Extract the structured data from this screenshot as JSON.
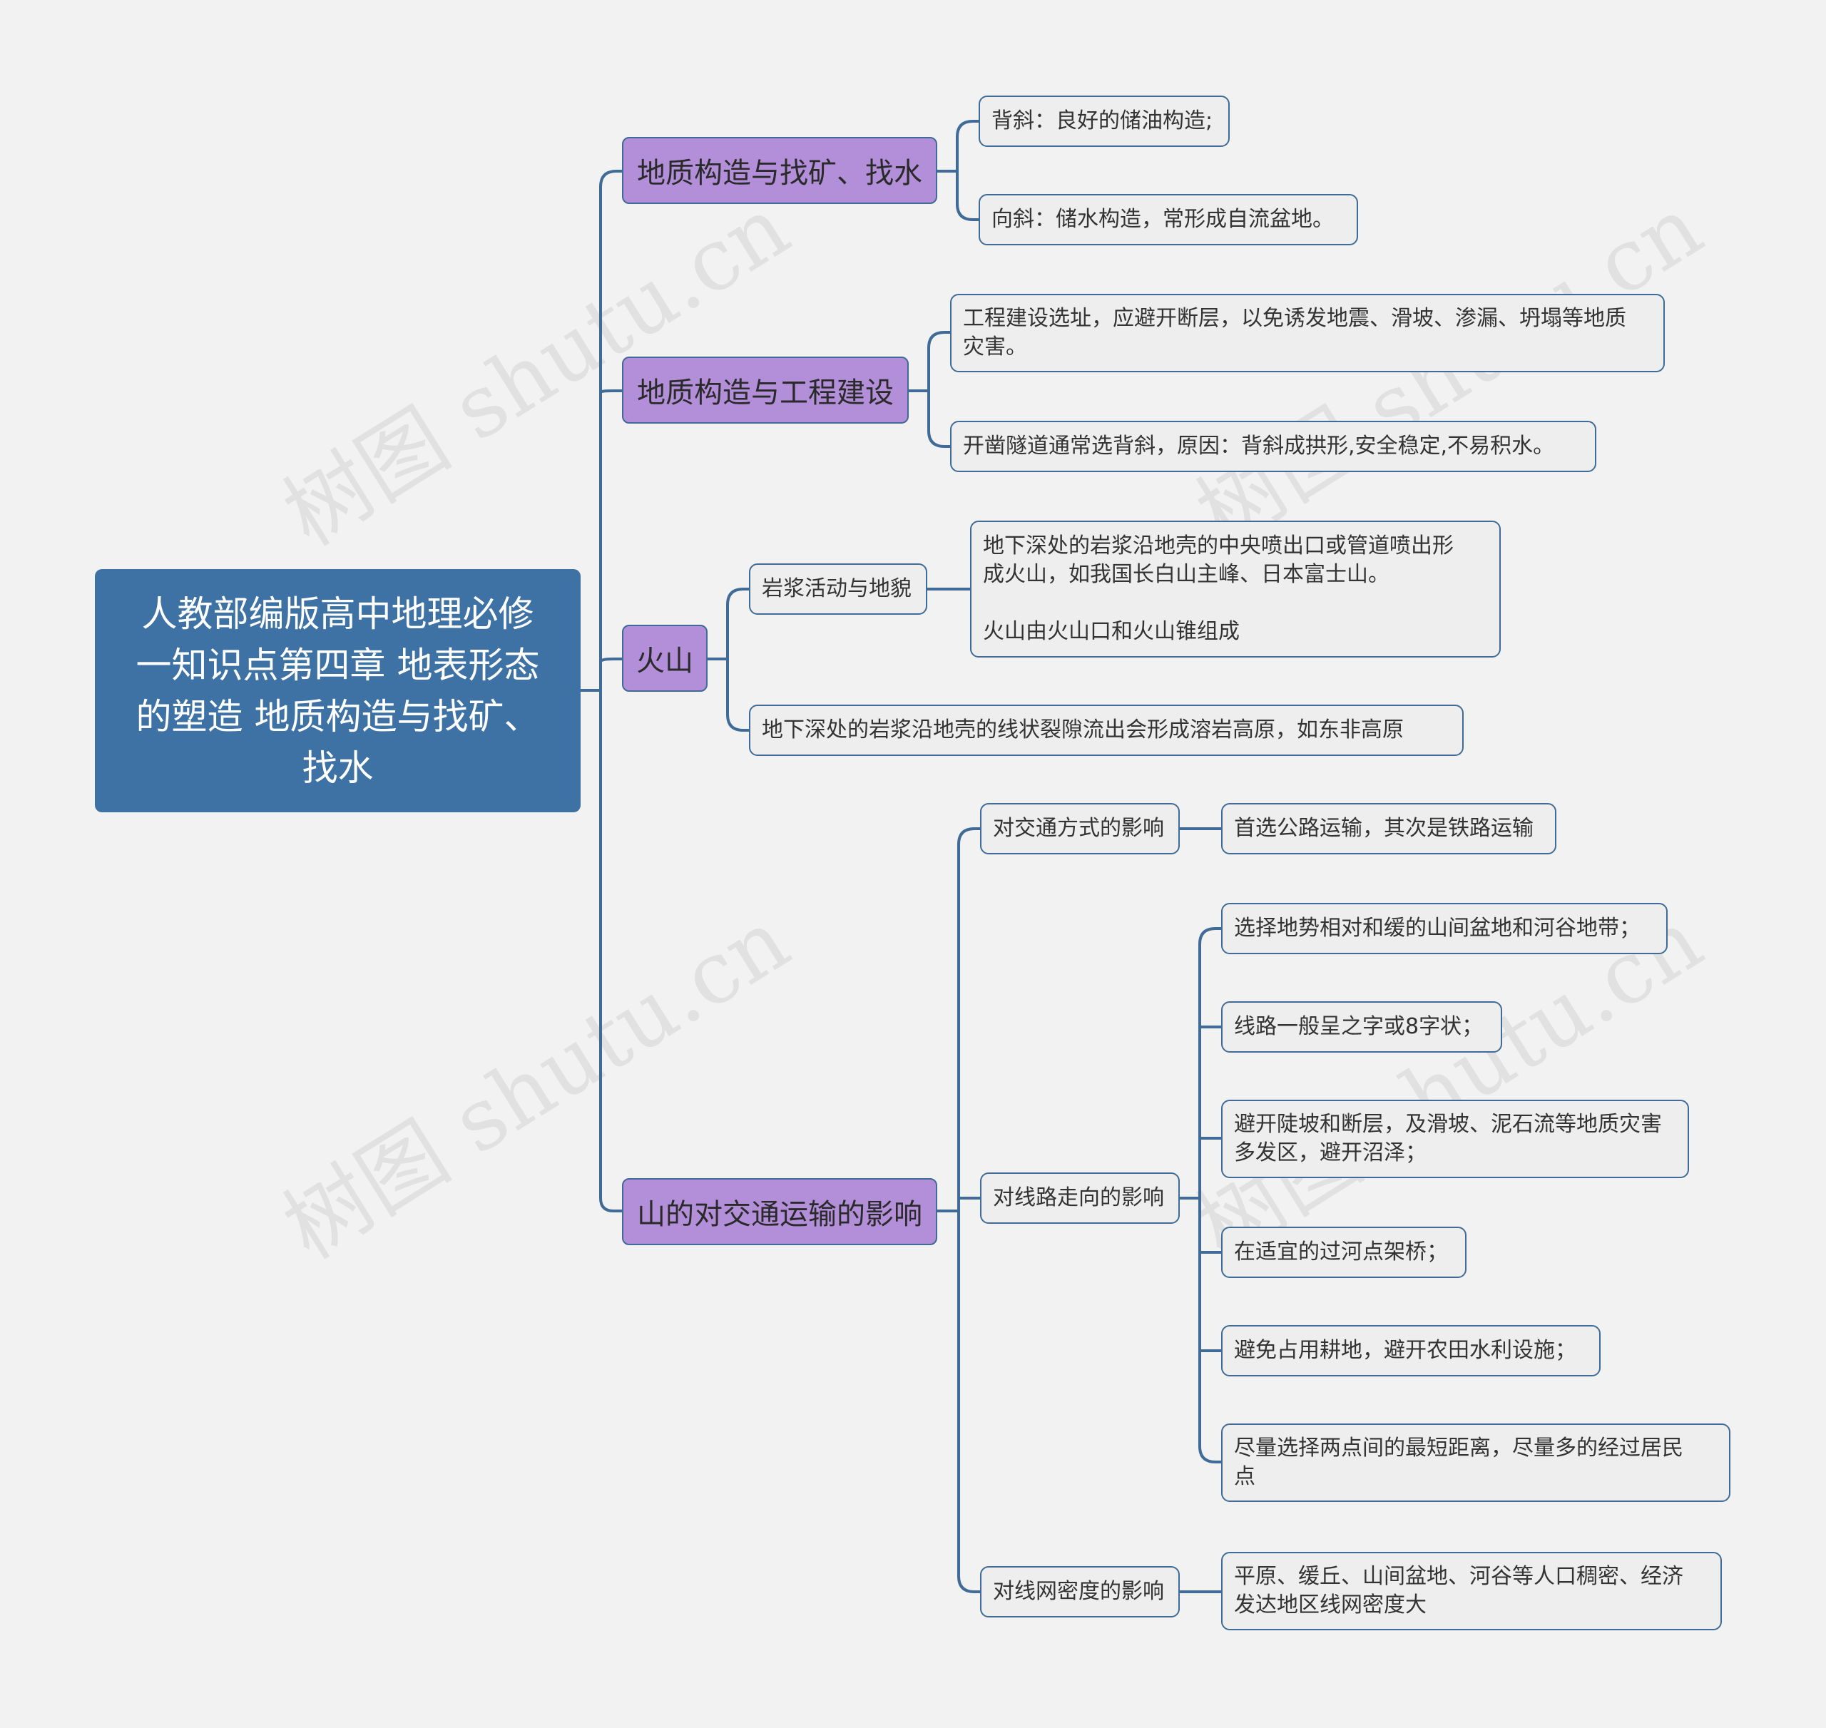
{
  "root": "人教部编版高中地理必修\n一知识点第四章 地表形态\n的塑造 地质构造与找矿、\n找水",
  "branches": {
    "b1": {
      "label": "地质构造与找矿、找水",
      "children": [
        "背斜：良好的储油构造;",
        "向斜：储水构造，常形成自流盆地。"
      ]
    },
    "b2": {
      "label": "地质构造与工程建设",
      "children": [
        "工程建设选址，应避开断层，以免诱发地震、滑坡、渗漏、坍塌等地质\n灾害。",
        "开凿隧道通常选背斜，原因：背斜成拱形,安全稳定,不易积水。"
      ]
    },
    "b3": {
      "label": "火山",
      "sub1": {
        "label": "岩浆活动与地貌",
        "child": "地下深处的岩浆沿地壳的中央喷出口或管道喷出形\n成火山，如我国长白山主峰、日本富士山。\n\n火山由火山口和火山锥组成"
      },
      "child2": "地下深处的岩浆沿地壳的线状裂隙流出会形成溶岩高原，如东非高原"
    },
    "b4": {
      "label": "山的对交通运输的影响",
      "sub1": {
        "label": "对交通方式的影响",
        "child": "首选公路运输，其次是铁路运输"
      },
      "sub2": {
        "label": "对线路走向的影响",
        "children": [
          "选择地势相对和缓的山间盆地和河谷地带；",
          "线路一般呈之字或8字状；",
          "避开陡坡和断层，及滑坡、泥石流等地质灾害\n多发区，避开沼泽；",
          "在适宜的过河点架桥；",
          "避免占用耕地，避开农田水利设施；",
          "尽量选择两点间的最短距离，尽量多的经过居民\n点"
        ]
      },
      "sub3": {
        "label": "对线网密度的影响",
        "child": "平原、缓丘、山间盆地、河谷等人口稠密、经济\n发达地区线网密度大"
      }
    }
  },
  "watermark": "树图 shutu.cn",
  "colors": {
    "background": "#f2f2f2",
    "root": "#3e72a4",
    "main": "#b28fd8",
    "line": "#3f6b96",
    "node": "#eeeeee"
  }
}
